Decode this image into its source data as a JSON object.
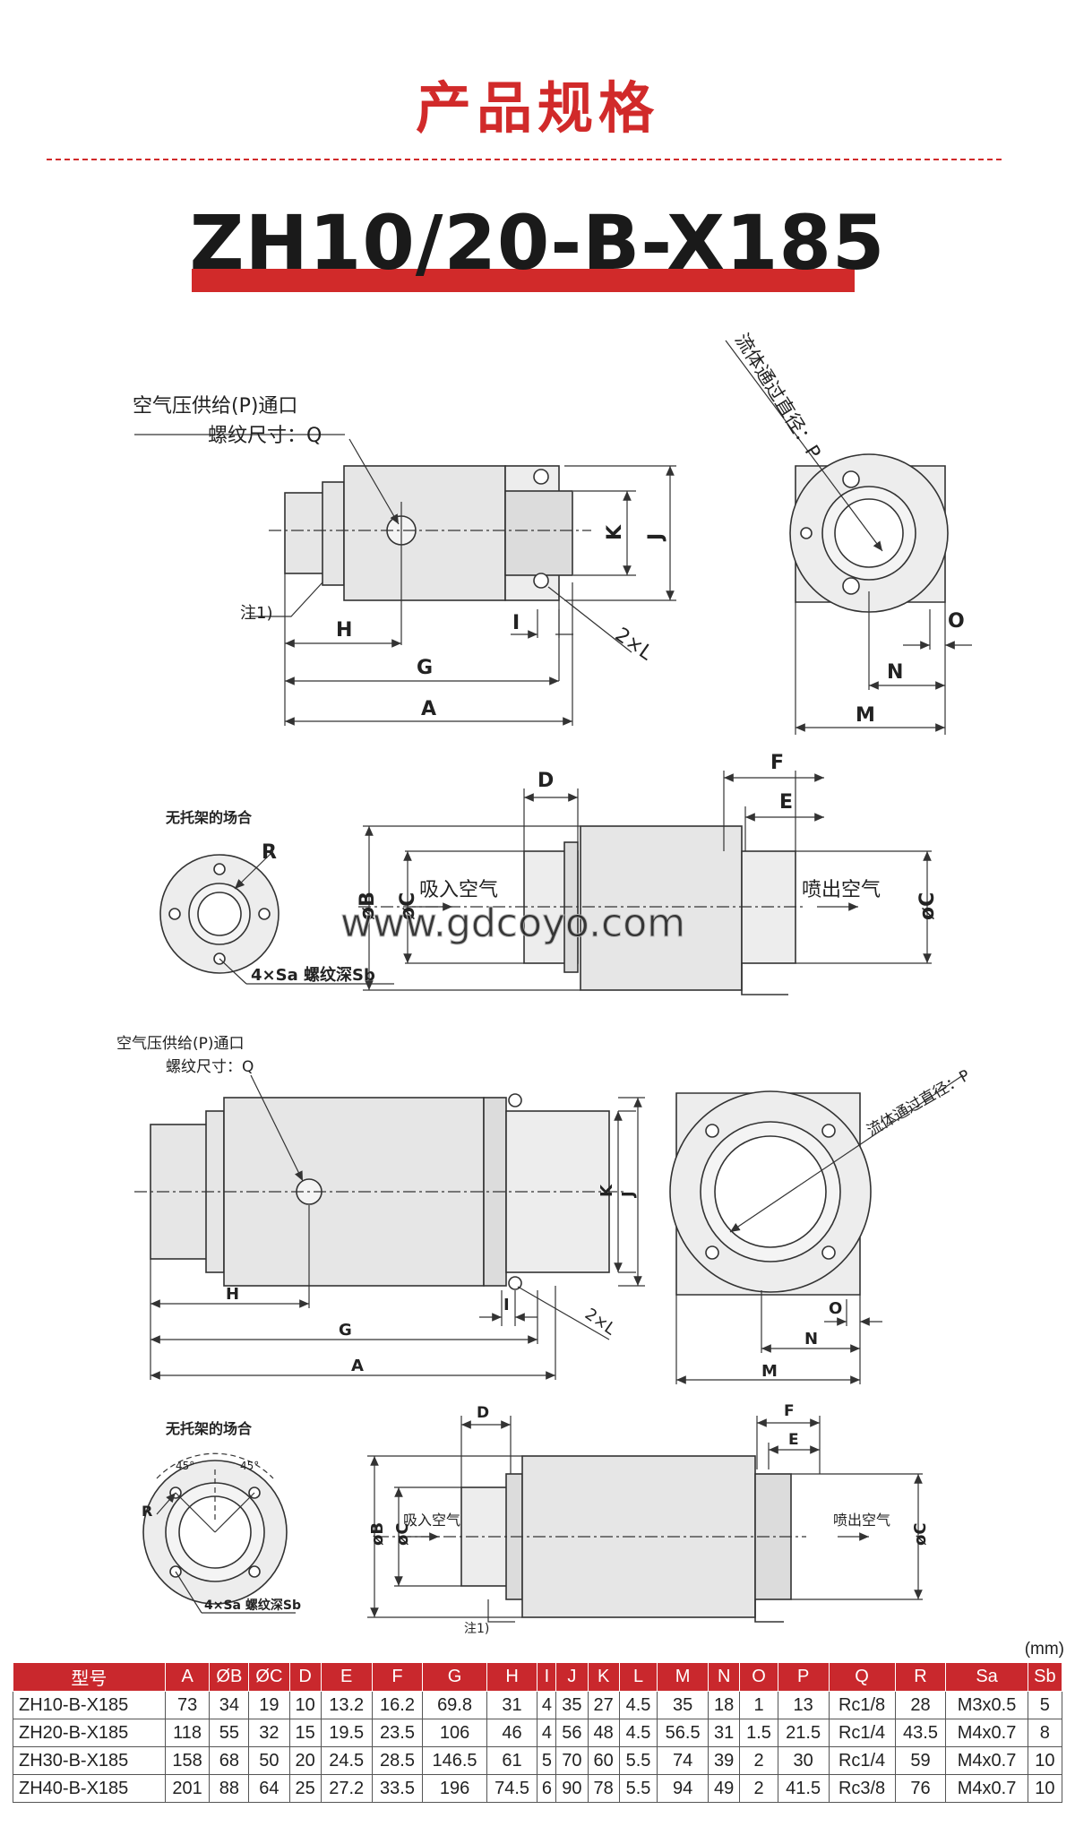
{
  "heading": "产品规格",
  "model": "ZH10/20-B-X185",
  "watermark": "www.gdcoyo.com",
  "labels": {
    "air_supply_port": "空气压供给(P)通口",
    "thread_size_q": "螺纹尺寸：Q",
    "fluid_passage": "流体通过直径：P",
    "note1": "注1)",
    "no_bracket": "无托架的场合",
    "bolt_holes": "4×Sa 螺纹深Sb",
    "air_in": "吸入空气",
    "air_out": "喷出空气",
    "two_l": "2×L",
    "deg45": "45°"
  },
  "dims": {
    "A": "A",
    "B": "øB",
    "C": "øC",
    "D": "D",
    "E": "E",
    "F": "F",
    "G": "G",
    "H": "H",
    "I": "I",
    "J": "J",
    "K": "K",
    "M": "M",
    "N": "N",
    "O": "O",
    "R": "R",
    "Q": "Q",
    "P": "P"
  },
  "table": {
    "unit": "(mm)",
    "headers": [
      "型号",
      "A",
      "ØB",
      "ØC",
      "D",
      "E",
      "F",
      "G",
      "H",
      "I",
      "J",
      "K",
      "L",
      "M",
      "N",
      "O",
      "P",
      "Q",
      "R",
      "Sa",
      "Sb"
    ],
    "rows": [
      [
        "ZH10-B-X185",
        "73",
        "34",
        "19",
        "10",
        "13.2",
        "16.2",
        "69.8",
        "31",
        "4",
        "35",
        "27",
        "4.5",
        "35",
        "18",
        "1",
        "13",
        "Rc1/8",
        "28",
        "M3x0.5",
        "5"
      ],
      [
        "ZH20-B-X185",
        "118",
        "55",
        "32",
        "15",
        "19.5",
        "23.5",
        "106",
        "46",
        "4",
        "56",
        "48",
        "4.5",
        "56.5",
        "31",
        "1.5",
        "21.5",
        "Rc1/4",
        "43.5",
        "M4x0.7",
        "8"
      ],
      [
        "ZH30-B-X185",
        "158",
        "68",
        "50",
        "20",
        "24.5",
        "28.5",
        "146.5",
        "61",
        "5",
        "70",
        "60",
        "5.5",
        "74",
        "39",
        "2",
        "30",
        "Rc1/4",
        "59",
        "M4x0.7",
        "10"
      ],
      [
        "ZH40-B-X185",
        "201",
        "88",
        "64",
        "25",
        "27.2",
        "33.5",
        "196",
        "74.5",
        "6",
        "90",
        "78",
        "5.5",
        "94",
        "49",
        "2",
        "41.5",
        "Rc3/8",
        "76",
        "M4x0.7",
        "10"
      ]
    ]
  },
  "colors": {
    "accent": "#d12a2a",
    "header_bg": "#c9282d",
    "body_fill": "#e6e6e6",
    "line": "#333333"
  }
}
